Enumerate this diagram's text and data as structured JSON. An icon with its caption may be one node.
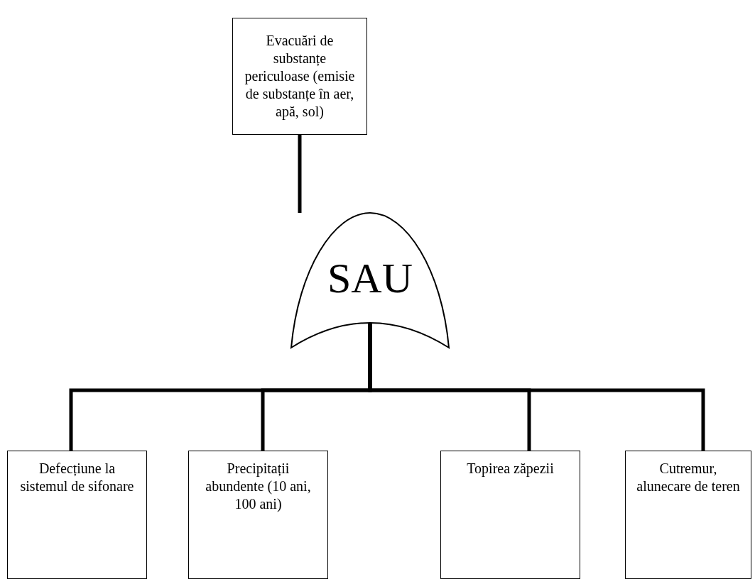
{
  "diagram": {
    "nodes": [
      {
        "text": [
          "Evacuări de substanțe periculoase (emisie de substanțe în aer, apă, sol)"
        ]
      },
      {
        "text": [
          "SAU"
        ]
      },
      {
        "text": [
          "Defecțiune la sistemul de sifonare"
        ]
      },
      {
        "text": [
          "Precipitații abundente (10 ani, 100 ani)"
        ]
      },
      {
        "text": [
          "Topirea zăpezii"
        ]
      },
      {
        "text": [
          "Cutremur, alunecare de teren"
        ]
      }
    ],
    "edges": [
      {
        "from": 0,
        "to": 1,
        "arrow": "none"
      },
      {
        "from": 1,
        "to": 2,
        "arrow": "none"
      },
      {
        "from": 1,
        "to": 3,
        "arrow": "none"
      },
      {
        "from": 1,
        "to": 4,
        "arrow": "none"
      },
      {
        "from": 1,
        "to": 5,
        "arrow": "none"
      }
    ]
  }
}
